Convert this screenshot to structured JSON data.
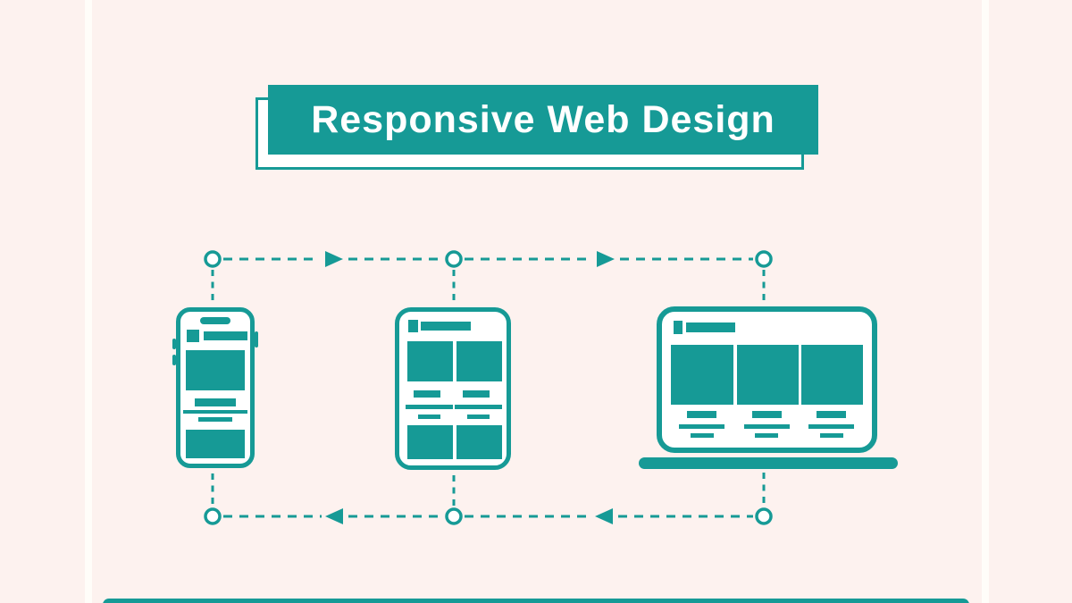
{
  "title": {
    "text": "Responsive Web Design"
  },
  "colors": {
    "teal": "#169a96",
    "background": "#fdf2ef",
    "surface": "#ffffff",
    "gutter": "#fffdf9"
  },
  "illustration": {
    "icons": [
      "smartphone-icon",
      "tablet-icon",
      "laptop-icon",
      "connector-node-circle",
      "arrow-right-icon",
      "arrow-left-icon"
    ],
    "flow": {
      "top_row_direction": "right",
      "bottom_row_direction": "left",
      "node_count": 6,
      "arrow_count": 4
    }
  }
}
